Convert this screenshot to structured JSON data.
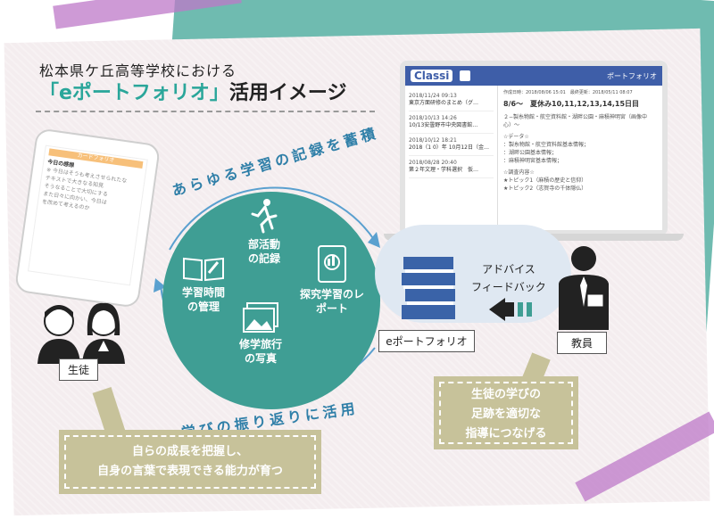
{
  "title": {
    "line1": "松本県ケ丘高等学校における",
    "line2_highlight": "「eポートフォリオ」",
    "line2_rest": "活用イメージ"
  },
  "circle": {
    "top_arc": "あらゆる学習の記録を蓄積",
    "bottom_arc": "学びの振り返りに活用",
    "items": {
      "club": "部活動の記録",
      "study_time": "学習時間の管理",
      "inquiry": "探究学習のレポート",
      "trip": "修学旅行の写真"
    }
  },
  "phone": {
    "header": "カードフォリオ",
    "title": "今日の感想",
    "lines": [
      "※ 今日はそうも考えさせられたな",
      "テキストで大きなる知見",
      "そうなることで大切にする",
      "また日々に向かい、今日は",
      "を改めて考えるのか"
    ]
  },
  "laptop": {
    "logo": "Classi",
    "header_right": "ポートフォリオ",
    "list": [
      {
        "date": "2018/11/24 09:13",
        "title": "東京方面研修のまとめ（グ…"
      },
      {
        "date": "2018/10/13 14:26",
        "title": "10/13安曇野市中央図書館…"
      },
      {
        "date": "2018/10/12 18:21",
        "title": "2018（1 0）年 10月12日（金…"
      },
      {
        "date": "2018/08/28 20:40",
        "title": "第２年文理・学科選択　仮…"
      }
    ],
    "meta": "作成日時：2018/08/06 15:01　最終更新：2018/05/11 08:07",
    "heading": "8/6〜　夏休み10,11,12,13,14,15日目",
    "detail": "２−製糸物館・航空資料館・湖畔公園・麻積神明宮（画像中心）〜",
    "data_label": "☆データ☆",
    "data_lines": [
      "：製糸物館・航空資料館基本情報；",
      "：湖畔公園基本情報；",
      "：麻積神明宮基本情報；"
    ],
    "survey_label": "☆調査内容☆",
    "survey_lines": [
      "★トピック1（麻積の歴史と信仰）",
      "★トピック2（志賀寺の千体隠仏）"
    ]
  },
  "labels": {
    "eportfolio": "eポートフォリオ",
    "advice_line1": "アドバイス",
    "advice_line2": "フィードバック",
    "teacher": "教員",
    "students": "生徒"
  },
  "notes": {
    "student_line1": "自らの成長を把握し、",
    "student_line2": "自身の言葉で表現できる能力が育つ",
    "teacher_line1": "生徒の学びの",
    "teacher_line2": "足跡を適切な",
    "teacher_line3": "指導につなげる"
  },
  "colors": {
    "teal": "#3f9e94",
    "blue_text": "#2f7fa8",
    "note": "#c7c29a",
    "tape": "#be78c8"
  }
}
